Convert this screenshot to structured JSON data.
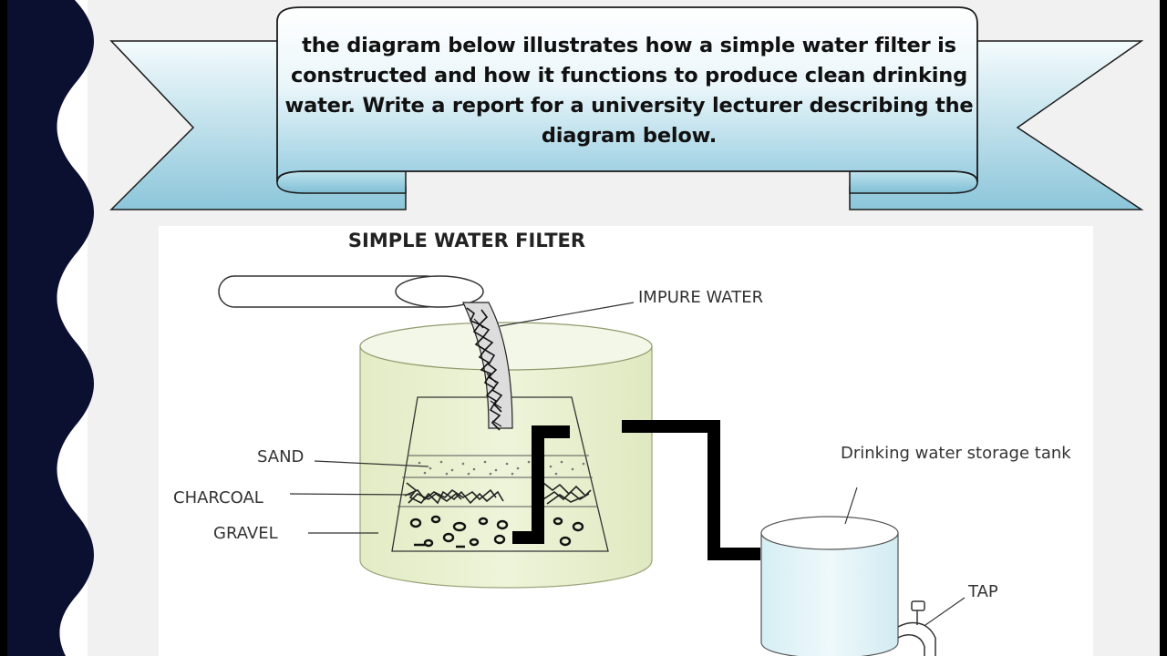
{
  "banner": {
    "prompt_text": "the diagram below illustrates how a simple water filter is constructed and how it functions to produce clean drinking water. Write a report for a university lecturer describing the diagram below."
  },
  "diagram": {
    "title": "SIMPLE WATER FILTER",
    "labels": {
      "impure_water": "IMPURE WATER",
      "sand": "SAND",
      "charcoal": "CHARCOAL",
      "gravel": "GRAVEL",
      "storage_tank": "Drinking water storage tank",
      "tap": "TAP"
    }
  },
  "colors": {
    "wave_border": "#0b1030",
    "banner_top": "#ffffff",
    "banner_bottom": "#9fd0e0",
    "banner_stroke": "#1a1a1a",
    "filter_container": "#e4efc9",
    "storage_tank": "#dff3f7",
    "pipe": "#000000"
  }
}
